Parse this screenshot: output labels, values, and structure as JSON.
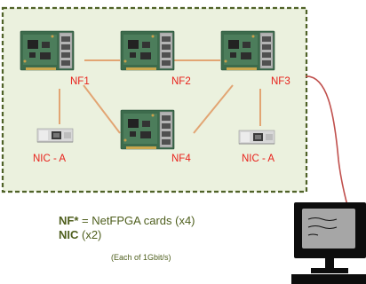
{
  "diagram": {
    "nodes": {
      "nf1": {
        "label": "NF1",
        "kind": "NetFPGA card"
      },
      "nf2": {
        "label": "NF2",
        "kind": "NetFPGA card"
      },
      "nf3": {
        "label": "NF3",
        "kind": "NetFPGA card"
      },
      "nf4": {
        "label": "NF4",
        "kind": "NetFPGA card"
      },
      "nic_left": {
        "label": "NIC - A",
        "kind": "NIC"
      },
      "nic_right": {
        "label": "NIC - A",
        "kind": "NIC"
      },
      "host": {
        "kind": "computer-icon"
      }
    },
    "edges": [
      [
        "nf1",
        "nf2"
      ],
      [
        "nf2",
        "nf3"
      ],
      [
        "nf1",
        "nf4"
      ],
      [
        "nf4",
        "nf3"
      ],
      [
        "nf1",
        "nic_left"
      ],
      [
        "nf3",
        "nic_right"
      ],
      [
        "nf3",
        "host"
      ]
    ],
    "colors": {
      "border": "#4f6228",
      "background": "#ebf1de",
      "link": "#e2a573",
      "host_link": "#c0504d",
      "label": "#e8201a",
      "legend_text": "#4f5f1e"
    }
  },
  "legend": {
    "nf_term": "NF*",
    "nf_desc": " = NetFPGA cards (x4)",
    "nic_term": "NIC",
    "nic_desc": " (x2)",
    "note": "(Each of 1Gbit/s)"
  }
}
